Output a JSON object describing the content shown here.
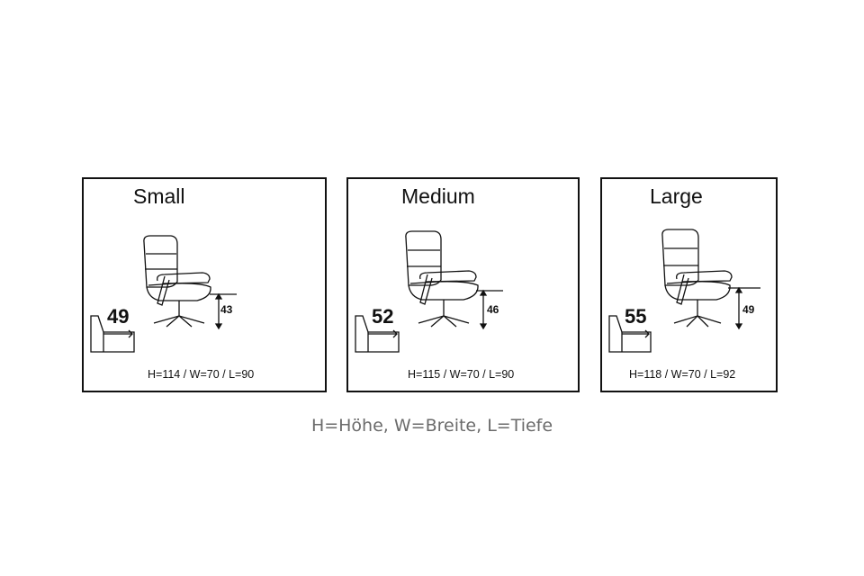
{
  "panels": [
    {
      "size": "Small",
      "seat_depth": "49",
      "seat_height": "43",
      "dimensions": "H=114 / W=70 / L=90"
    },
    {
      "size": "Medium",
      "seat_depth": "52",
      "seat_height": "46",
      "dimensions": "H=115 / W=70 / L=90"
    },
    {
      "size": "Large",
      "seat_depth": "55",
      "seat_height": "49",
      "dimensions": "H=118 / W=70 / L=92"
    }
  ],
  "legend": "H=Höhe, W=Breite, L=Tiefe",
  "colors": {
    "line": "#111111",
    "legend": "#6b6b6b"
  },
  "icons": [
    "recliner-chair-icon",
    "side-profile-chair-icon",
    "seat-height-arrow-icon"
  ]
}
